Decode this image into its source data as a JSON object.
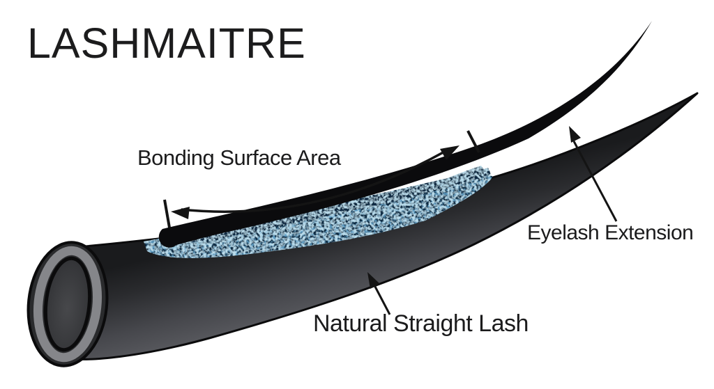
{
  "header": {
    "brand": "LASHMAITRE"
  },
  "labels": {
    "bonding_area": "Bonding Surface Area",
    "extension": "Eyelash Extension",
    "natural_lash": "Natural Straight Lash"
  },
  "colors": {
    "background": "#ffffff",
    "ink": "#141414",
    "extension_black": "#0b0b0d",
    "natural_lash_dark": "#1a1b1d",
    "natural_lash_highlight": "#55565b",
    "adhesive_light": "#5f9fc6",
    "adhesive_shadow": "#132c44",
    "adhesive_highlight": "#9ccbe2",
    "cap_ring_gray": "#85868a"
  }
}
